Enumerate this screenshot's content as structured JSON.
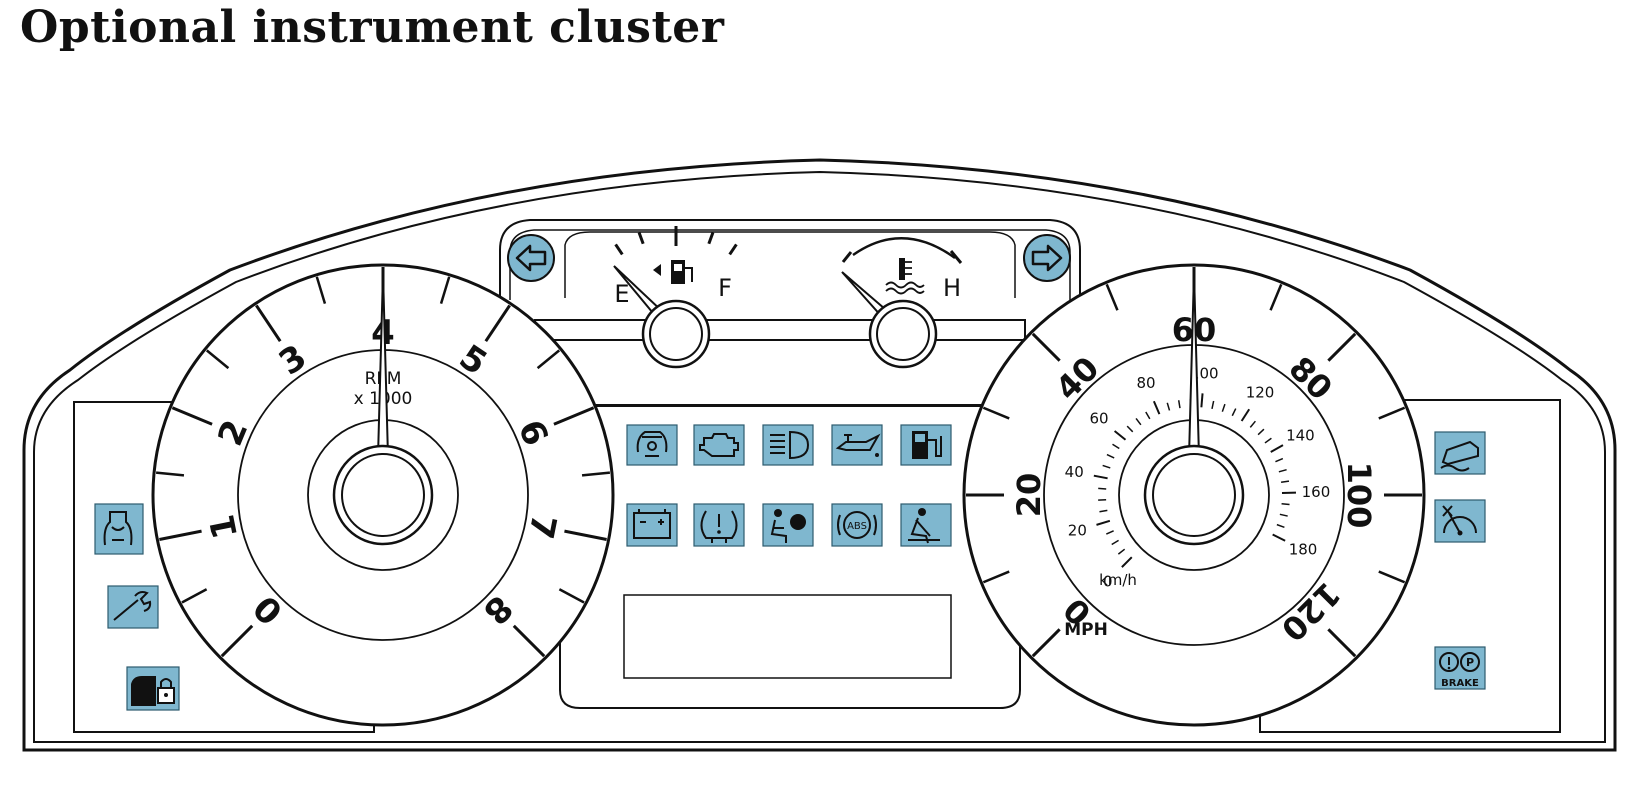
{
  "title": "Optional instrument cluster",
  "tachometer": {
    "label_line1": "RPM",
    "label_line2": "x 1000",
    "ticks": [
      "0",
      "1",
      "2",
      "3",
      "4",
      "5",
      "6",
      "7",
      "8"
    ],
    "needle_value": 4
  },
  "speedometer": {
    "unit_mph": "MPH",
    "unit_kmh": "km/h",
    "mph_ticks": [
      "0",
      "20",
      "40",
      "60",
      "80",
      "100",
      "120"
    ],
    "kmh_ticks": [
      "0",
      "20",
      "40",
      "60",
      "80",
      "100",
      "120",
      "140",
      "160",
      "180"
    ],
    "needle_value_mph": 60
  },
  "fuel_gauge": {
    "empty_label": "E",
    "full_label": "F"
  },
  "temp_gauge": {
    "hot_label": "H"
  },
  "warning_lights": {
    "left_column": [
      "powertrain-fault-icon",
      "wrench-icon",
      "anti-theft-icon"
    ],
    "center_row1": [
      "hood-open-icon",
      "check-engine-icon",
      "high-beam-icon",
      "oil-pressure-icon",
      "low-fuel-icon"
    ],
    "center_row2": [
      "battery-icon",
      "tire-pressure-icon",
      "airbag-icon",
      "abs-icon",
      "seatbelt-icon"
    ],
    "right_column": [
      "traction-control-icon",
      "speed-control-icon",
      "brake-icon"
    ],
    "brake_text": "BRAKE",
    "abs_text": "ABS",
    "brake_p": "P",
    "color": "#7fb7cf"
  }
}
